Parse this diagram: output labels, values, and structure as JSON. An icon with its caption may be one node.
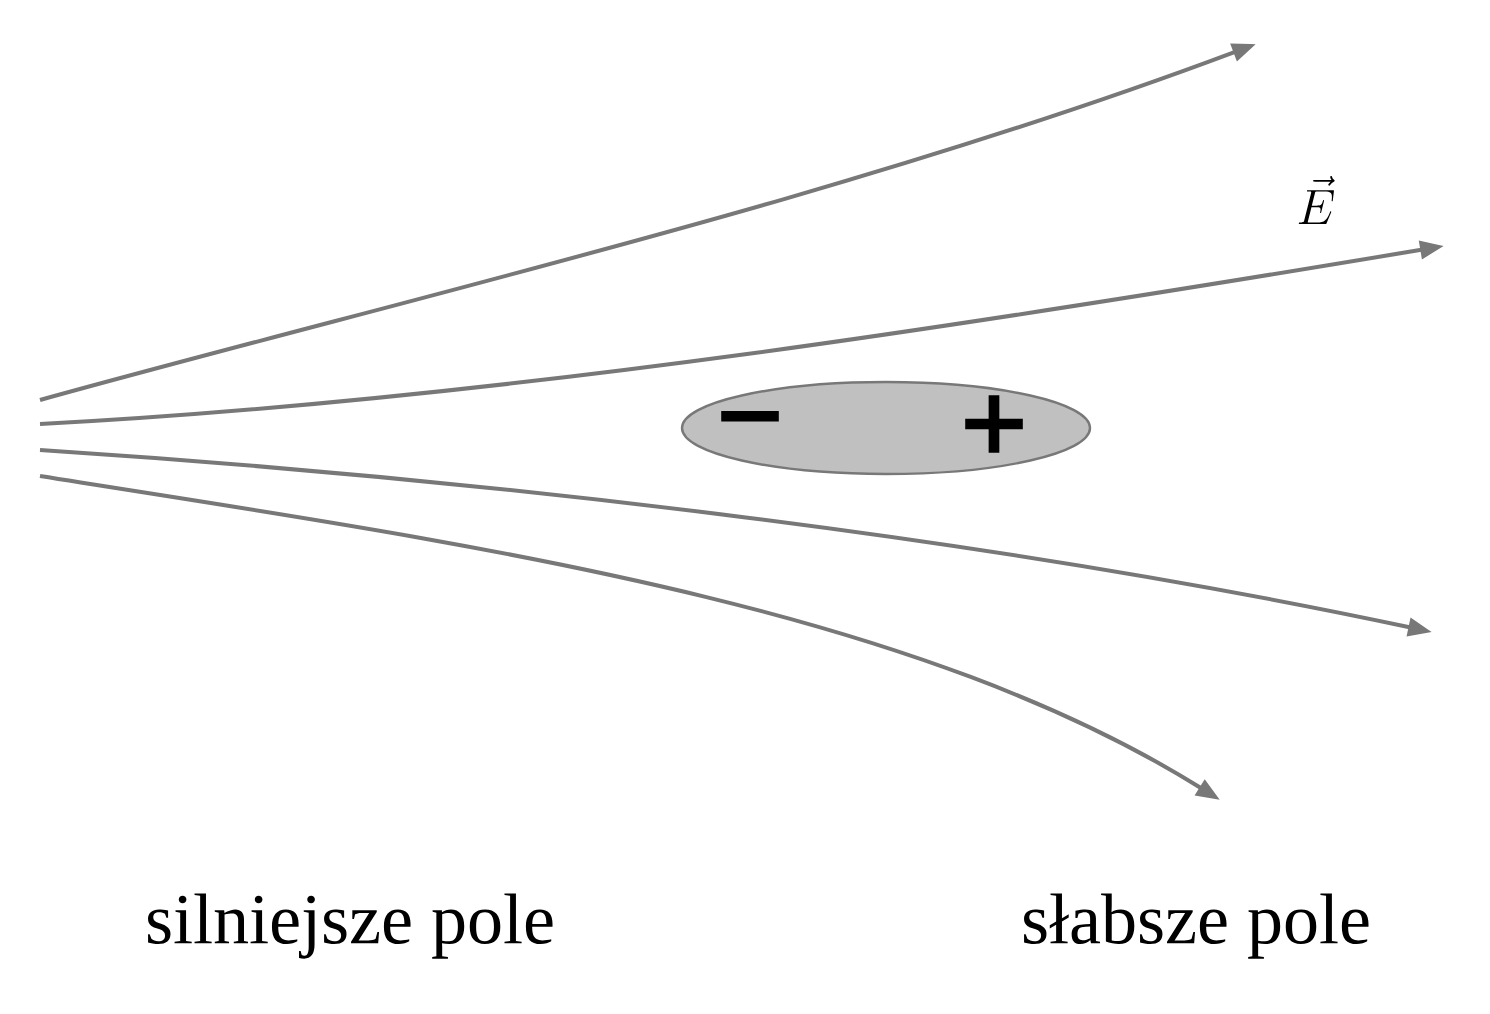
{
  "diagram": {
    "nodes": [
      {
        "text": [
          "−",
          "+"
        ]
      }
    ],
    "labels": [
      "\\vec{E}",
      "silniejsze pole",
      "słabsze pole"
    ]
  }
}
